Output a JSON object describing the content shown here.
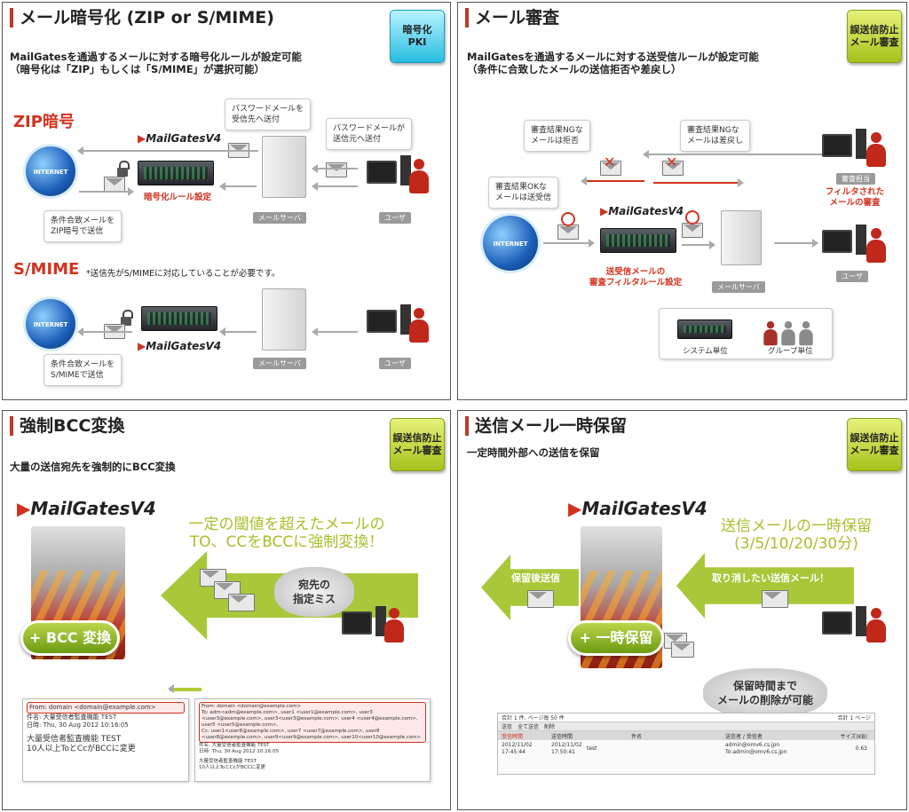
{
  "p1": {
    "title": "メール暗号化 (ZIP or S/MIME)",
    "badge": "暗号化\nPKI",
    "subtitle": "MailGatesを通過するメールに対する暗号化ルールが設定可能",
    "subtitle2": "（暗号化は「ZIP」もしくは「S/MIME」が選択可能）",
    "zip_label": "ZIP暗号",
    "smime_label": "S/MIME",
    "smime_note": "*送信先がS/MIMEに対応していることが必要です。",
    "note_pw_dest": "パスワードメールを\n受信先へ送付",
    "note_pw_src": "パスワードメールが\n送信元へ送付",
    "note_zip": "条件合致メールを\nZIP暗号で送信",
    "note_smime": "条件合致メールを\nS/MIMEで送信",
    "rule_label": "暗号化ルール設定",
    "mail_server": "メールサーバ",
    "user": "ユーザ",
    "internet": "INTERNET",
    "logo": "MailGates",
    "logo_ver": "V4"
  },
  "p2": {
    "title": "メール審査",
    "badge": "誤送信防止\nメール審査",
    "subtitle": "MailGatesを通過するメールに対する送受信ルールが設定可能",
    "subtitle2": "（条件に合致したメールの送信拒否や差戻し）",
    "note_reject": "審査結果NGな\nメールは拒否",
    "note_return": "審査結果NGな\nメールは差戻し",
    "note_ok": "審査結果OKな\nメールは送受信",
    "reviewer": "審査担当",
    "reviewer_text": "フィルタされた\nメールの審査",
    "rule_label": "送受信メールの\n審査フィルタルール設定",
    "mail_server": "メールサーバ",
    "user": "ユーザ",
    "system_unit": "システム単位",
    "group_unit": "グループ単位",
    "internet": "INTERNET",
    "logo": "MailGates",
    "logo_ver": "V4"
  },
  "p3": {
    "title": "強制BCC変換",
    "badge": "誤送信防止\nメール審査",
    "subtitle": "大量の送信宛先を強制的にBCC変換",
    "headline": "一定の閾値を超えたメールの\nTO、CCをBCCに強制変換！",
    "burst": "宛先の\n指定ミス",
    "btn": "+ BCC 変換",
    "logo": "MailGates",
    "logo_ver": "V4",
    "left_mail": {
      "from": "From: domain <domain@example.com>",
      "subject": "件名: 大量受信者監査機能 TEST",
      "date": "日時: Thu, 30 Aug 2012 10:16:05",
      "body1": "大量受信者監査機能 TEST",
      "body2": "10人以上ToとCcがBCCに変更"
    },
    "right_mail": {
      "from": "From: domain <domain@example.com>",
      "to": "To:  adm<adm@example.com>, user1 <user1@example.com>, user3 <user3@example.com>, user3<user3@example.com>, user4 <user4@example.com>, user5 <user5@example.com>,",
      "cc": "Cc:  user1<user6@example.com>, user7 <user7@example.com>, user8 <user8@example.com>, user9<user9@example.com>, user10<user10@example.com>",
      "subject": "件名: 大量受信者監査機能 TEST",
      "date": "日時: Thu, 30 Aug 2012 10:16:05",
      "body1": "大量受信者監査機能 TEST",
      "body2": "10人以上ToとCcがBCCに変更"
    }
  },
  "p4": {
    "title": "送信メール一時保留",
    "badge": "誤送信防止\nメール審査",
    "subtitle": "一定時間外部への送信を保留",
    "headline": "送信メールの一時保留\n(3/5/10/20/30分)",
    "cancel_label": "取り消したい送信メール！",
    "after_label": "保留後送信",
    "btn": "+ 一時保留",
    "burst": "保留時間まで\nメールの削除が可能",
    "logo": "MailGates",
    "logo_ver": "V4",
    "table": {
      "count": "合計 1 件, ページ毎 50 件",
      "page": "合計 1 ページ",
      "actions": [
        "送信",
        "全て送信",
        "削除"
      ],
      "columns": [
        "受信時間",
        "送信時間",
        "件名",
        "送信者 / 受信者",
        "サイズ(KB)"
      ],
      "row": {
        "recv": "2012/11/02\n17:45:44",
        "send": "2012/11/02\n17:50:41",
        "subject": "test",
        "addr": "admin@omv6.cs.jpn\nTo:admin@omv6.cs.jpn",
        "size": "0.63"
      }
    }
  }
}
